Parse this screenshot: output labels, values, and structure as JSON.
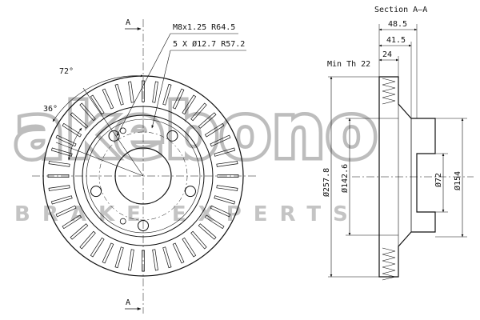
{
  "watermark": {
    "brand": "akebono",
    "tagline": "BRAKE EXPERTS"
  },
  "front_view": {
    "section_marker_top": "A",
    "section_marker_bottom": "A",
    "angle_outer": "72°",
    "angle_inner": "36°",
    "thread_spec": "M8x1.25 R64.5",
    "bolt_spec": "5 X Ø12.7 R57.2"
  },
  "section_view": {
    "title": "Section A–A",
    "min_thickness": "Min Th 22",
    "dim_overall_height": "48.5",
    "dim_hat_height": "41.5",
    "dim_disc_thickness": "24",
    "dia_outer": "Ø257.8",
    "dia_hat": "Ø142.6",
    "dia_center_bore": "Ø72",
    "dia_hub": "Ø154"
  }
}
